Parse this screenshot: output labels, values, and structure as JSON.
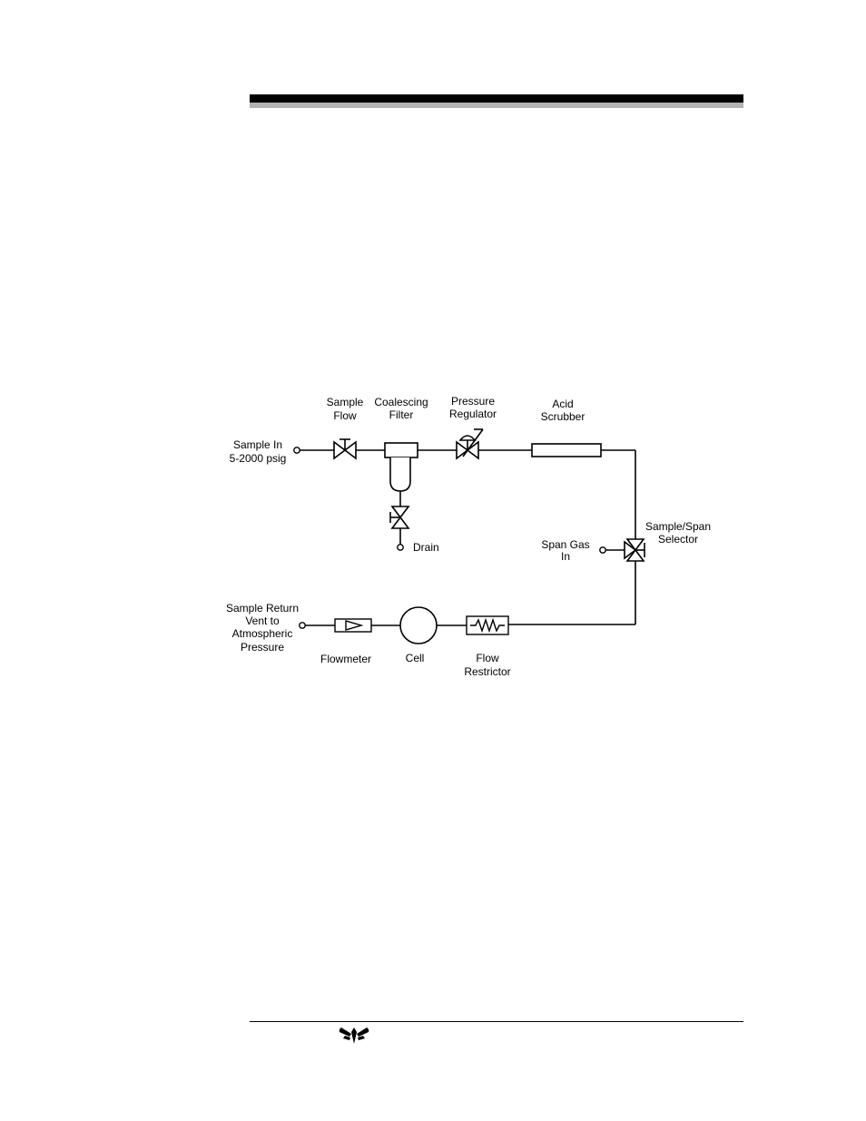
{
  "diagram": {
    "labels": {
      "sample_in_1": "Sample In",
      "sample_in_2": "5-2000 psig",
      "sample_flow_1": "Sample",
      "sample_flow_2": "Flow",
      "coalescing_1": "Coalescing",
      "coalescing_2": "Filter",
      "pressure_1": "Pressure",
      "pressure_2": "Regulator",
      "acid_1": "Acid",
      "acid_2": "Scrubber",
      "drain": "Drain",
      "selector_1": "Sample/Span",
      "selector_2": "Selector",
      "span_1": "Span Gas",
      "span_2": "In",
      "return_1": "Sample Return",
      "return_2": "Vent to",
      "return_3": "Atmospheric",
      "return_4": "Pressure",
      "flowmeter": "Flowmeter",
      "cell": "Cell",
      "restrictor_1": "Flow",
      "restrictor_2": "Restrictor"
    }
  },
  "colors": {
    "line": "#000000",
    "header_gray": "#b3b3b3"
  }
}
